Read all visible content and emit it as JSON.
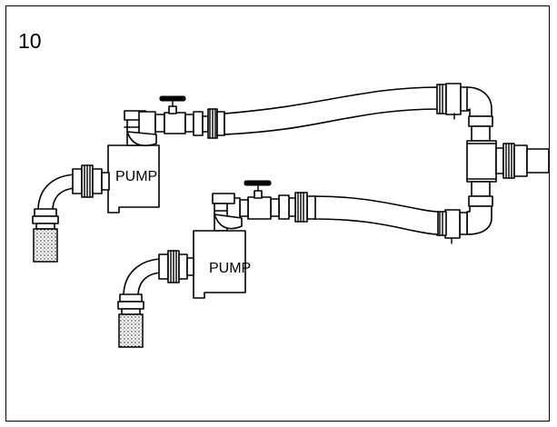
{
  "figure": {
    "number": "10",
    "pump_top_label": "PUMP",
    "pump_bottom_label": "PUMP"
  },
  "colors": {
    "line": "#000000",
    "background": "#ffffff"
  },
  "icons": [
    "valve-handle-icon",
    "strainer-icon",
    "hose-coupling-icon",
    "tee-fitting-icon"
  ]
}
